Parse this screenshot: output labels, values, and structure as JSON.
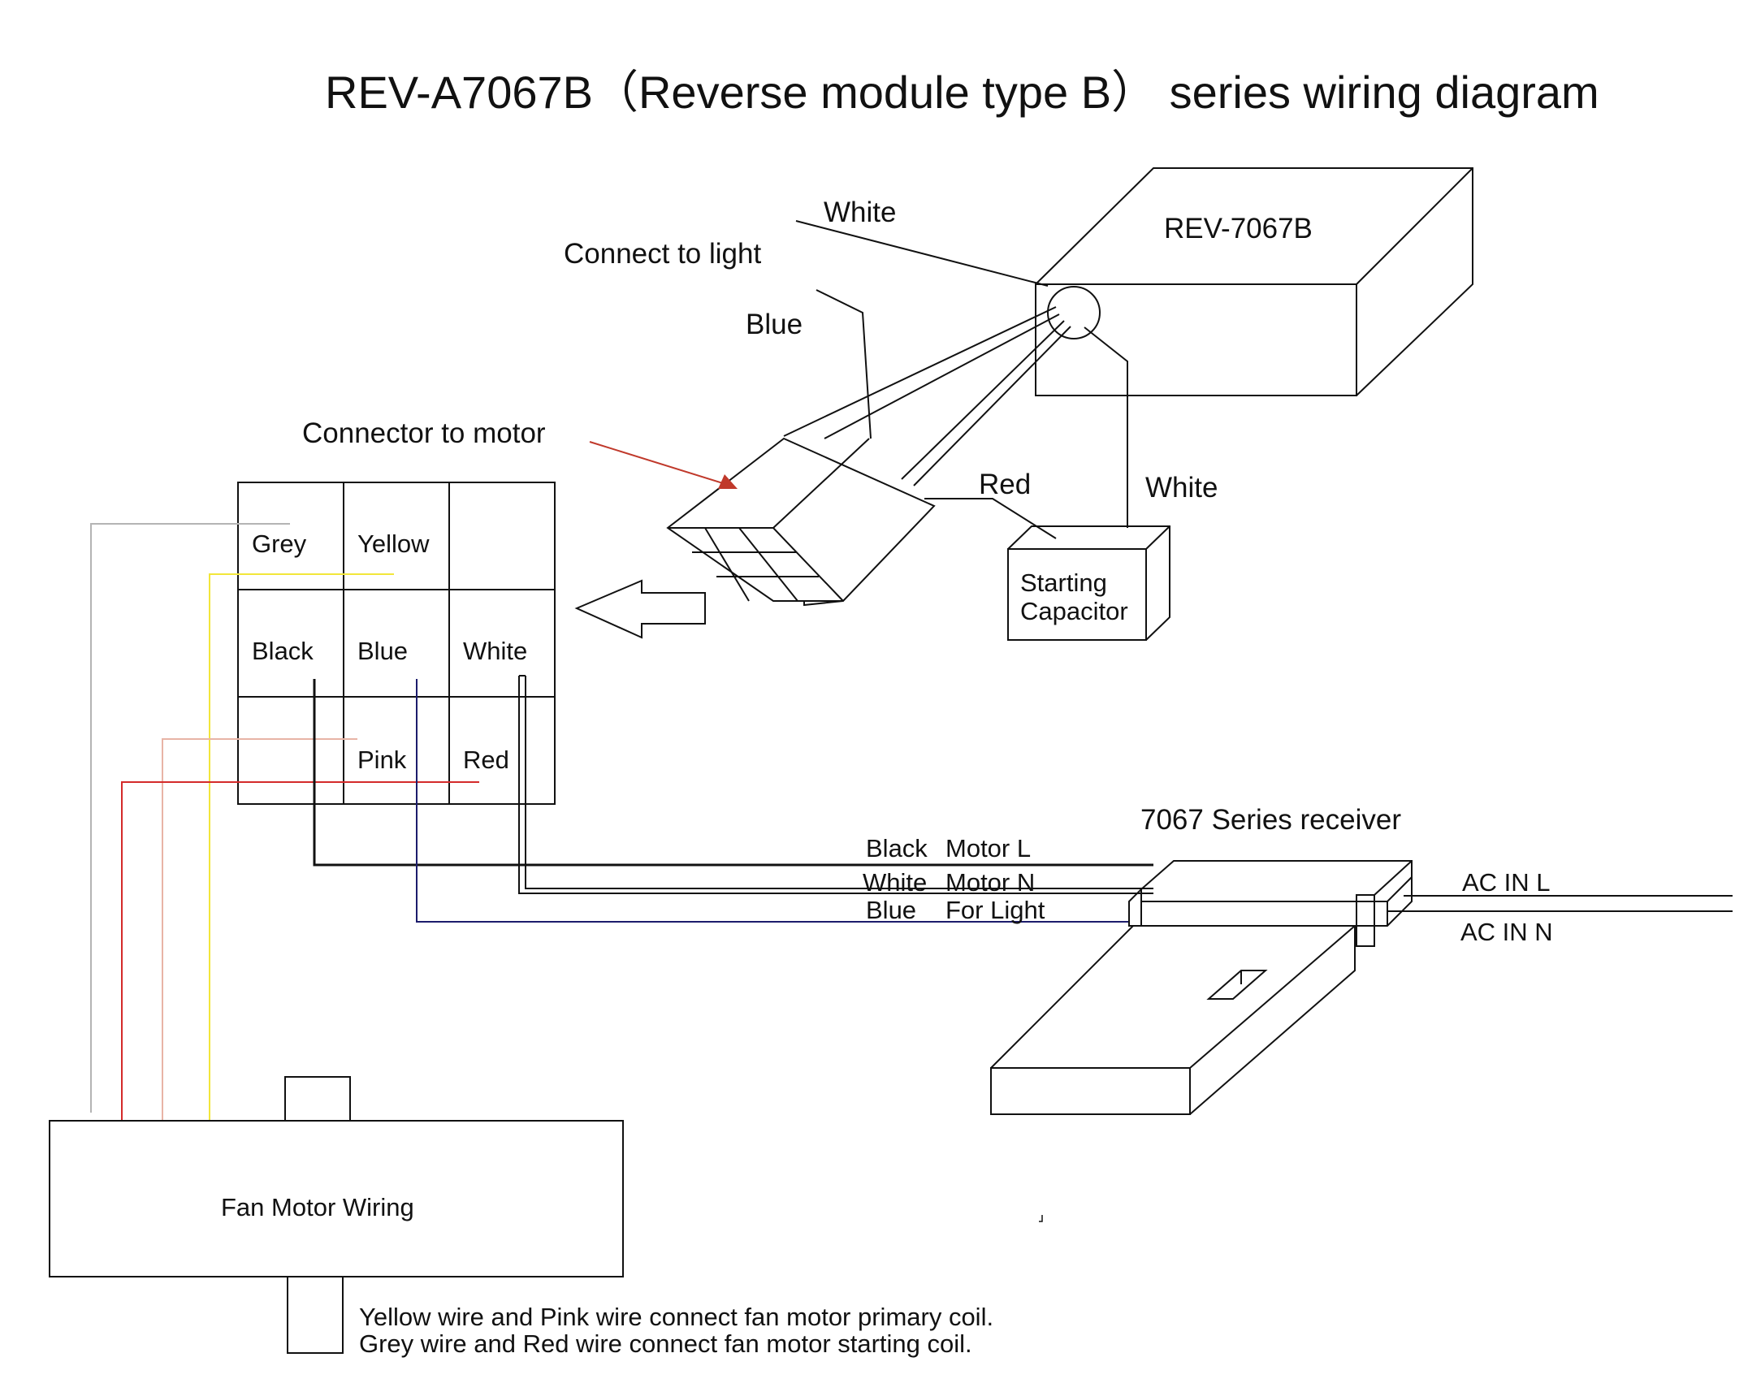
{
  "title": "REV-A7067B（Reverse  module type B） series wiring diagram",
  "module": {
    "name": "REV-7067B",
    "wire_white_top": "White",
    "connect_to_light": "Connect to light",
    "wire_blue": "Blue",
    "wire_red": "Red",
    "wire_white_right": "White"
  },
  "connector_label": "Connector to motor",
  "capacitor": {
    "line1": "Starting",
    "line2": "Capacitor"
  },
  "pin_grid": {
    "cells": [
      [
        "Grey",
        "Yellow",
        ""
      ],
      [
        "Black",
        "Blue",
        "White"
      ],
      [
        "",
        "Pink",
        "Red"
      ]
    ]
  },
  "receiver": {
    "name": "7067 Series receiver",
    "outputs": [
      {
        "wire": "Black",
        "function": "Motor L"
      },
      {
        "wire": "White",
        "function": "Motor N"
      },
      {
        "wire": "Blue",
        "function": "For Light"
      }
    ],
    "ac_in_l": "AC IN L",
    "ac_in_n": "AC IN N"
  },
  "motor": {
    "label": "Fan Motor Wiring"
  },
  "notes": [
    "Yellow wire and Pink wire connect fan motor primary coil.",
    "Grey wire and Red wire connect fan motor starting coil."
  ],
  "colors": {
    "grey_wire": "#b4b4b4",
    "yellow_wire": "#f2e63a",
    "pink_wire": "#e8b4a6",
    "red_wire": "#d42a2a",
    "blue_wire": "#1c1c6c",
    "arrow_red": "#c0392b",
    "line": "#111111"
  }
}
